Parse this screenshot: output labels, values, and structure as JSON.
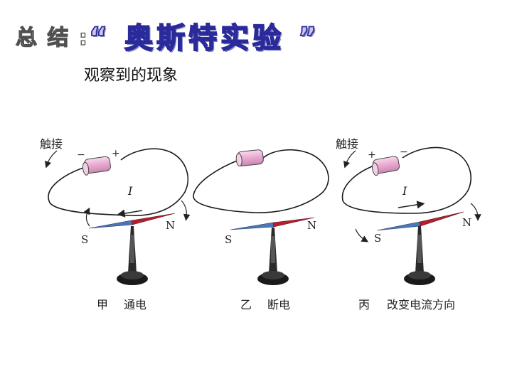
{
  "title": {
    "prefix": "总 结 :",
    "main": "“ 奥斯特实验 ”"
  },
  "subtitle": "观察到的现象",
  "panels": [
    {
      "contact": "触接",
      "left_sign": "−",
      "right_sign": "+",
      "current": "I",
      "s": "S",
      "n": "N",
      "caption_a": "甲",
      "caption_b": "通电"
    },
    {
      "contact": "",
      "left_sign": "",
      "right_sign": "",
      "current": "",
      "s": "S",
      "n": "N",
      "caption_a": "乙",
      "caption_b": "断电"
    },
    {
      "contact": "触接",
      "left_sign": "+",
      "right_sign": "−",
      "current": "I",
      "s": "S",
      "n": "N",
      "caption_a": "丙",
      "caption_b": "改变电流方向"
    }
  ],
  "colors": {
    "needle_north": "#b02030",
    "needle_south": "#4a78b8",
    "battery": "#e8a8d0",
    "title_fill": "#c8c8f0",
    "title_stroke": "#2a2a9a"
  }
}
